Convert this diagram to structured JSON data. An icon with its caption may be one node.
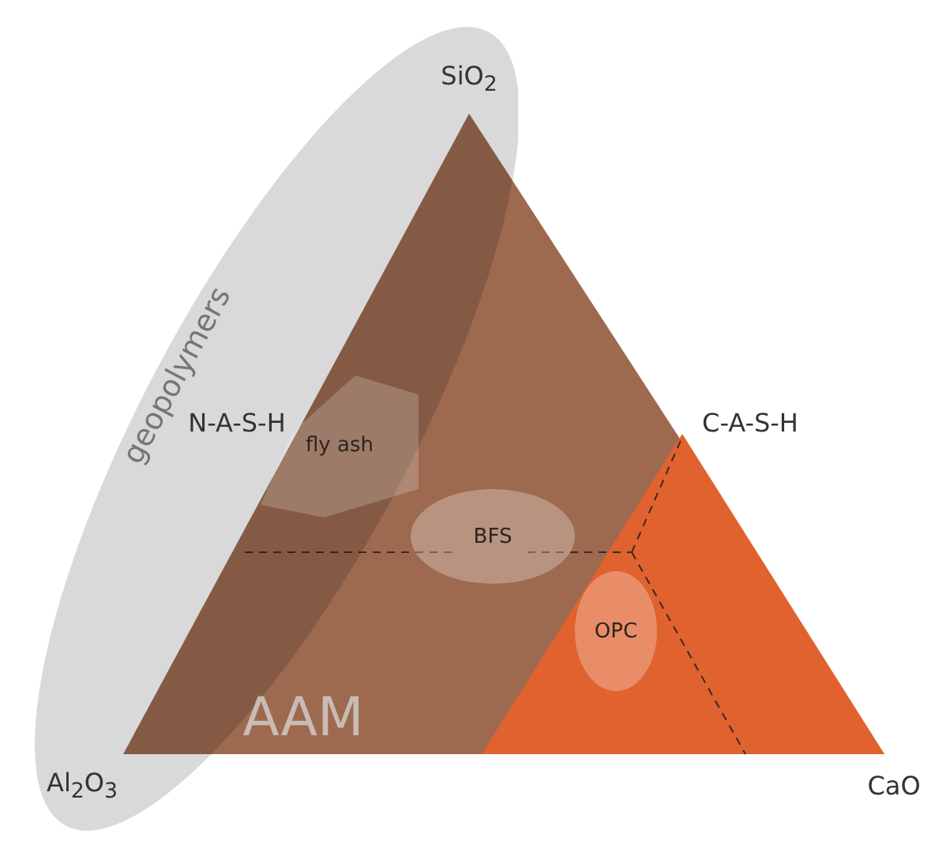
{
  "diagram": {
    "nodes": [
      {
        "text": [
          "geopolymers"
        ]
      },
      {
        "text": [
          "fly ash"
        ],
        "in": 0
      },
      {
        "text": [
          "BFS"
        ]
      },
      {
        "text": [
          "OPC"
        ]
      }
    ],
    "labels": [
      "SiO$_{2}$",
      "N-A-S-H",
      "C-A-S-H",
      "AAM",
      "Al$_{2}$O$_{3}$",
      "CaO"
    ]
  }
}
